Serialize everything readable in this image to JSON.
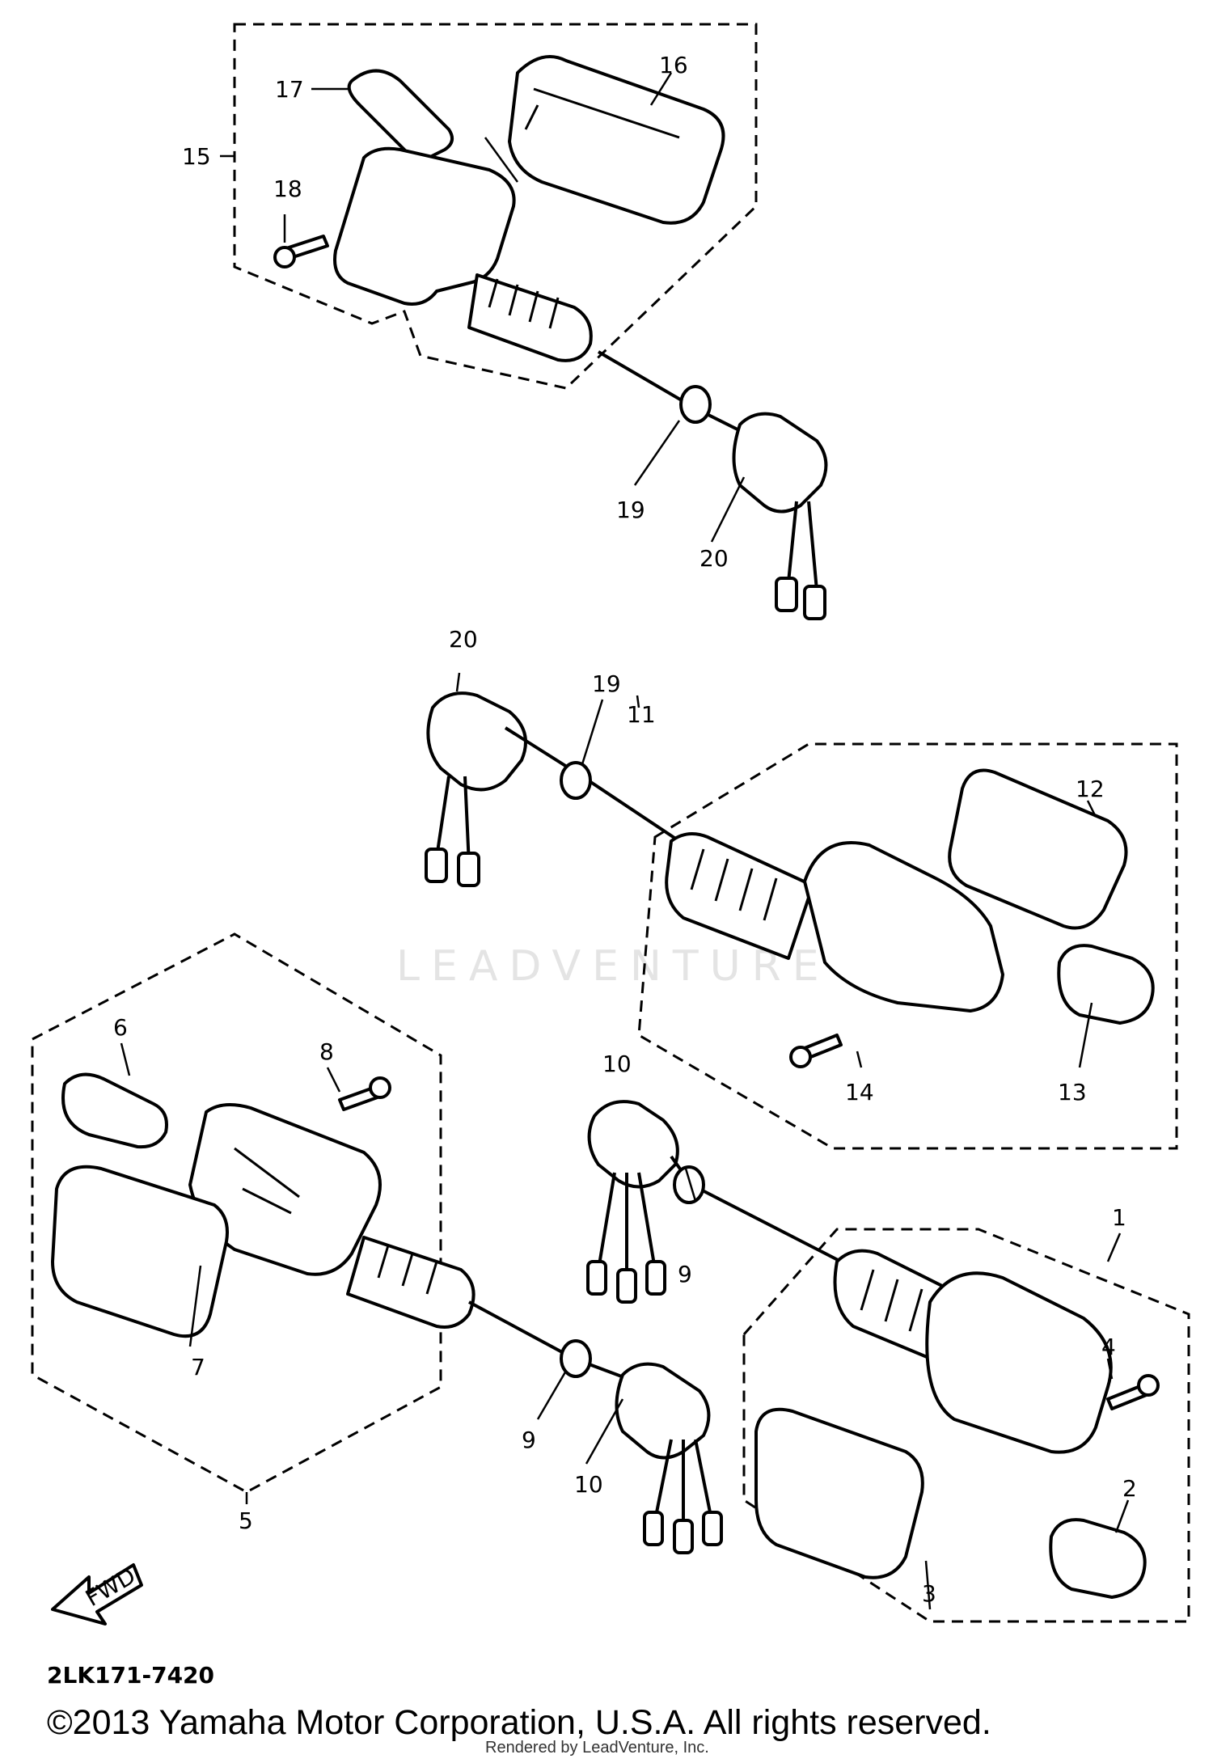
{
  "diagram_code": "2LK171-7420",
  "copyright": "©2013 Yamaha Motor Corporation, U.S.A. All rights reserved.",
  "rendered_by": "Rendered by LeadVenture, Inc.",
  "watermark": "LEADVENTURE",
  "fwd_label": "FWD",
  "callouts": {
    "c1": "1",
    "c2": "2",
    "c3": "3",
    "c4": "4",
    "c5": "5",
    "c6": "6",
    "c7": "7",
    "c8": "8",
    "c9a": "9",
    "c9b": "9",
    "c10a": "10",
    "c10b": "10",
    "c11": "11",
    "c12": "12",
    "c13": "13",
    "c14": "14",
    "c15": "15",
    "c16": "16",
    "c17": "17",
    "c18": "18",
    "c19a": "19",
    "c19b": "19",
    "c20a": "20",
    "c20b": "20"
  }
}
